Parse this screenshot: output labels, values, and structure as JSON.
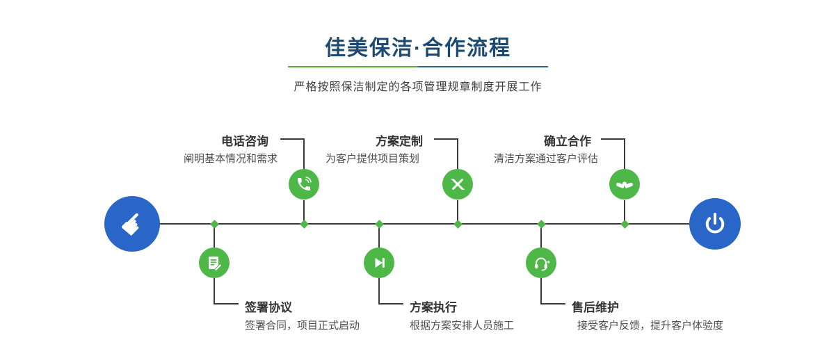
{
  "header": {
    "title": "佳美保洁·合作流程",
    "subtitle": "严格按照保洁制定的各项管理规章制度开展工作"
  },
  "timeline": {
    "start_icon": "pointing-hand-icon",
    "end_icon": "power-icon",
    "top_steps": [
      {
        "title": "电话咨询",
        "desc": "阐明基本情况和需求",
        "icon": "phone-icon"
      },
      {
        "title": "方案定制",
        "desc": "为客户提供项目策划",
        "icon": "pencil-tools-icon"
      },
      {
        "title": "确立合作",
        "desc": "清洁方案通过客户评估",
        "icon": "handshake-icon"
      }
    ],
    "bottom_steps": [
      {
        "title": "签署协议",
        "desc": "签署合同，项目正式启动",
        "icon": "document-sign-icon"
      },
      {
        "title": "方案执行",
        "desc": "根据方案安排人员施工",
        "icon": "play-next-icon"
      },
      {
        "title": "售后维护",
        "desc": "接受客户反馈，提升客户体验度",
        "icon": "headset-icon"
      }
    ]
  },
  "colors": {
    "green": "#4db848",
    "blue": "#2a65c8",
    "navy": "#1d4a70",
    "line": "#3a3a3a"
  }
}
